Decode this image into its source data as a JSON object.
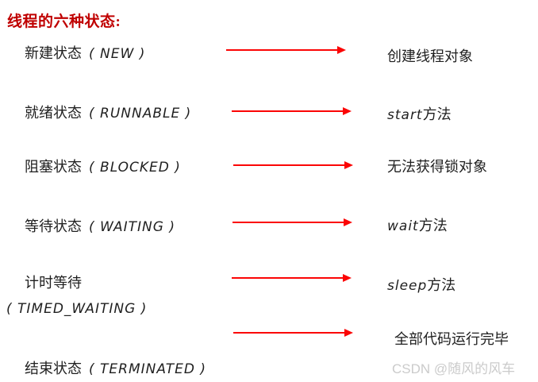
{
  "title": "线程的六种状态:",
  "rows": [
    {
      "left_cn": "新建状态",
      "left_en": "( NEW )",
      "right_en": "",
      "right_cn": "创建线程对象"
    },
    {
      "left_cn": "就绪状态",
      "left_en": "( RUNNABLE )",
      "right_en": "start",
      "right_cn": "方法"
    },
    {
      "left_cn": "阻塞状态",
      "left_en": "( BLOCKED )",
      "right_en": "",
      "right_cn": "无法获得锁对象"
    },
    {
      "left_cn": "等待状态",
      "left_en": "( WAITING )",
      "right_en": "wait",
      "right_cn": "方法"
    },
    {
      "left_cn": "计时等待",
      "left_en": "",
      "left_line2": "( TIMED_WAITING )",
      "right_en": "sleep",
      "right_cn": "方法"
    },
    {
      "left_cn": "结束状态",
      "left_en": "( TERMINATED )",
      "right_en": "",
      "right_cn": "全部代码运行完毕"
    }
  ],
  "watermark": "CSDN @随风的风车",
  "colors": {
    "title_red": "#c00000",
    "arrow_red": "#fb0505",
    "text": "#1f1f1f",
    "watermark": "#cbcbcb"
  }
}
